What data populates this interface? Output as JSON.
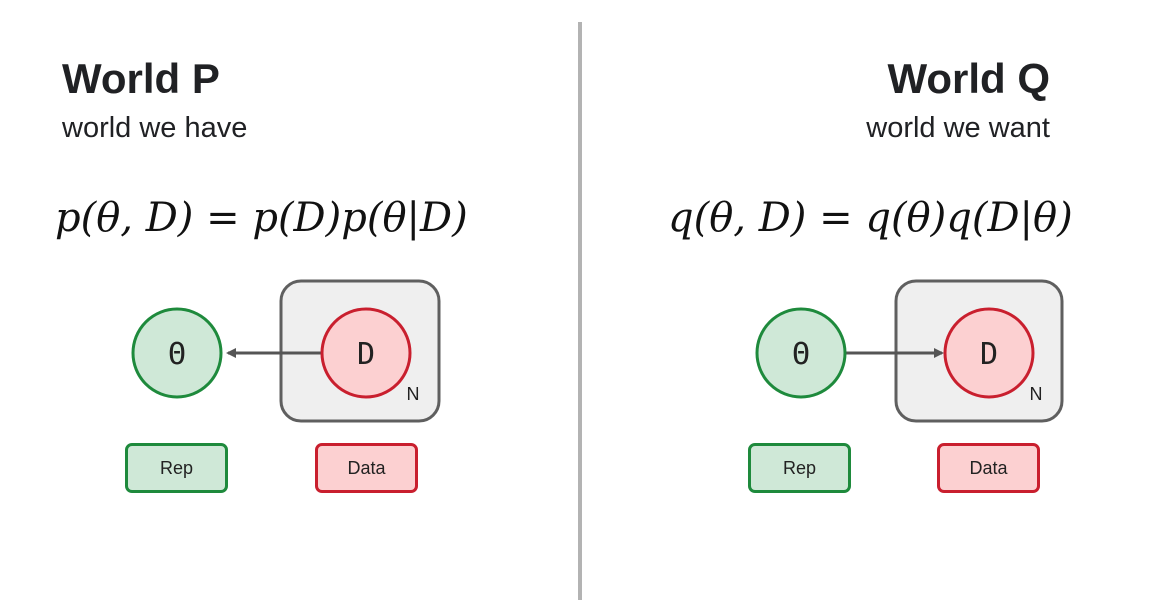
{
  "left": {
    "title": "World P",
    "subtitle": "world we have",
    "equation": "p(θ, D) = p(D)p(θ|D)",
    "nodes": {
      "theta": "Θ",
      "data": "D",
      "plate": "N"
    },
    "legend": {
      "rep": "Rep",
      "data": "Data"
    },
    "arrow_direction": "D-to-theta"
  },
  "right": {
    "title": "World Q",
    "subtitle": "world we want",
    "equation": "q(θ, D) = q(θ)q(D|θ)",
    "nodes": {
      "theta": "Θ",
      "data": "D",
      "plate": "N"
    },
    "legend": {
      "rep": "Rep",
      "data": "Data"
    },
    "arrow_direction": "theta-to-D"
  },
  "colors": {
    "rep_fill": "#cfe8d7",
    "rep_stroke": "#1e8a3c",
    "data_fill": "#fcd0d1",
    "data_stroke": "#c91f2e",
    "plate_fill": "#efefef",
    "plate_stroke": "#5f5f5f",
    "arrow": "#555555",
    "divider": "#b3b3b3"
  }
}
